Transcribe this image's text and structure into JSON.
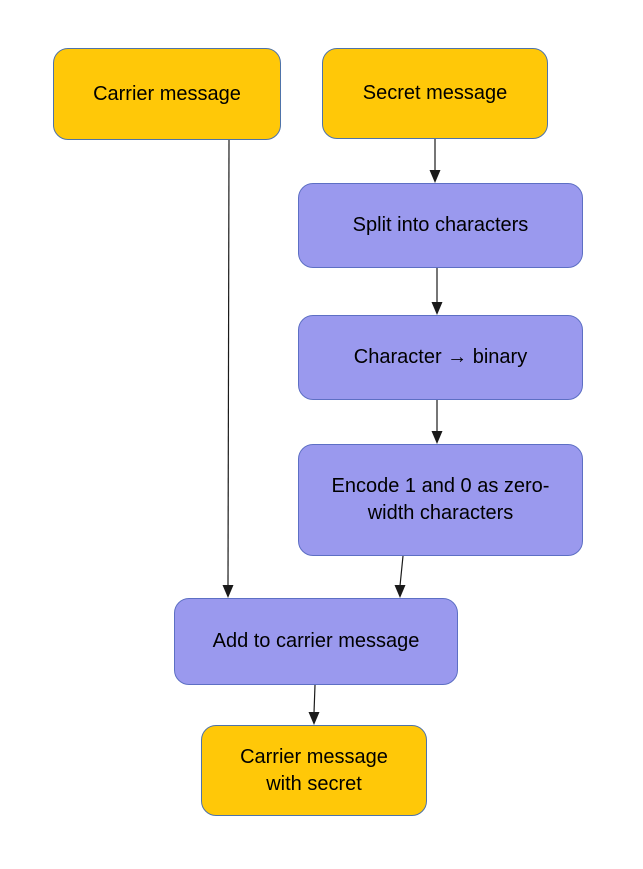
{
  "diagram": {
    "description": "Flowchart of hiding a secret message in a carrier message using zero-width characters",
    "nodes": [
      {
        "id": "carrier",
        "label": "Carrier message",
        "type": "terminal"
      },
      {
        "id": "secret",
        "label": "Secret message",
        "type": "terminal"
      },
      {
        "id": "split",
        "label": "Split into characters",
        "type": "process"
      },
      {
        "id": "charbin",
        "label": "Character → binary",
        "type": "process"
      },
      {
        "id": "encode",
        "label": "Encode 1 and 0 as zero-width characters",
        "type": "process"
      },
      {
        "id": "add",
        "label": "Add to carrier message",
        "type": "process"
      },
      {
        "id": "result",
        "label": "Carrier message with secret",
        "type": "terminal"
      }
    ],
    "edges": [
      {
        "from": "secret",
        "to": "split"
      },
      {
        "from": "split",
        "to": "charbin"
      },
      {
        "from": "charbin",
        "to": "encode"
      },
      {
        "from": "encode",
        "to": "add"
      },
      {
        "from": "carrier",
        "to": "add"
      },
      {
        "from": "add",
        "to": "result"
      }
    ]
  },
  "colors": {
    "terminal_fill": "#ffc808",
    "terminal_border": "#4e73a9",
    "process_fill": "#9a99ee",
    "process_border": "#5d6fc4",
    "arrow": "#1a1a1a",
    "text": "#000000",
    "background": "#ffffff"
  }
}
